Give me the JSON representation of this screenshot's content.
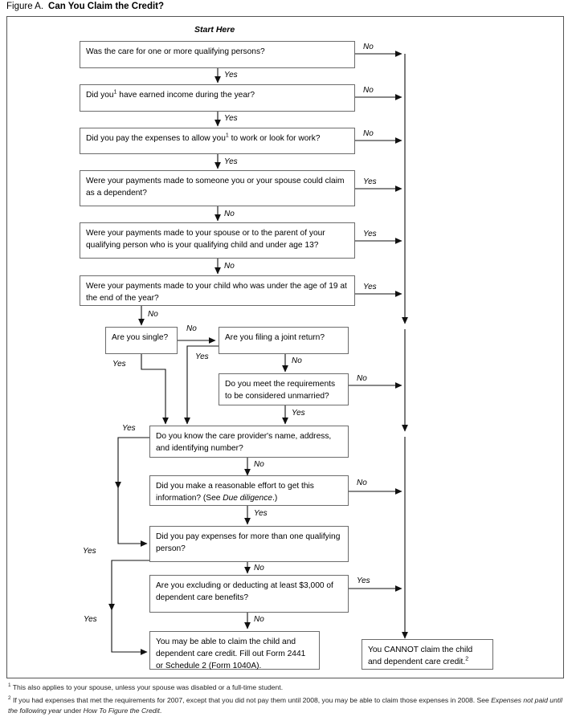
{
  "figure": {
    "caption_prefix": "Figure A.",
    "caption_title": "Can You Claim the Credit?",
    "start_label": "Start Here"
  },
  "boxes": {
    "q1": "Was the care for one or more qualifying persons?",
    "q2_a": "Did you",
    "q2_sup": "1",
    "q2_b": " have earned income during the year?",
    "q3_a": "Did you pay the expenses to allow you",
    "q3_sup": "1",
    "q3_b": " to work or look for work?",
    "q4": "Were your payments made to someone you or your spouse could claim as a dependent?",
    "q5": "Were your payments made to your spouse or to the parent of your qualifying person who is your qualifying child and under age 13?",
    "q6": "Were your payments made to your child who was under the age of 19 at the end of the year?",
    "q7": "Are you single?",
    "q8": "Are you filing a joint return?",
    "q9": "Do you meet the requirements to be considered unmarried?",
    "q10": "Do you know the care provider's name, address, and identifying number?",
    "q11_a": "Did you make a reasonable effort to get this information? (See ",
    "q11_em": "Due diligence",
    "q11_b": ".)",
    "q12": "Did you pay expenses for more than one qualifying person?",
    "q13": "Are you excluding or deducting at least $3,000 of dependent care benefits?",
    "result_yes": "You may be able to claim the child and dependent care credit. Fill out Form 2441 or Schedule 2 (Form 1040A).",
    "result_no_a": "You CANNOT claim the child and dependent care credit.",
    "result_no_sup": "2"
  },
  "edge_labels": {
    "e1_no": "No",
    "e1_yes": "Yes",
    "e2_no": "No",
    "e2_yes": "Yes",
    "e3_no": "No",
    "e3_yes": "Yes",
    "e4_yes": "Yes",
    "e4_no": "No",
    "e5_yes": "Yes",
    "e5_no": "No",
    "e6_yes": "Yes",
    "e6_no": "No",
    "e7_no": "No",
    "e7_yes": "Yes",
    "e8_yes": "Yes",
    "e8_no": "No",
    "e9_no": "No",
    "e9_yes": "Yes",
    "e10_yes": "Yes",
    "e10_no": "No",
    "e11_no": "No",
    "e11_yes": "Yes",
    "e12_yes": "Yes",
    "e12_no": "No",
    "e13_yes": "Yes",
    "e13_no": "No"
  },
  "footnotes": {
    "one_sup": "1",
    "one_text": "This also applies to your spouse, unless your spouse was disabled or a full-time student.",
    "two_sup": "2",
    "two_a": "If you had expenses that met the requirements for 2007, except that you did not pay them until 2008, you may be able to claim those expenses in 2008. See ",
    "two_em1": "Expenses not paid until the following year",
    "two_mid": " under ",
    "two_em2": "How To Figure the Credit",
    "two_end": "."
  },
  "colors": {
    "line": "#1a1a1a",
    "box_border": "#6b6b6b",
    "frame_border": "#555555",
    "text": "#000000"
  }
}
